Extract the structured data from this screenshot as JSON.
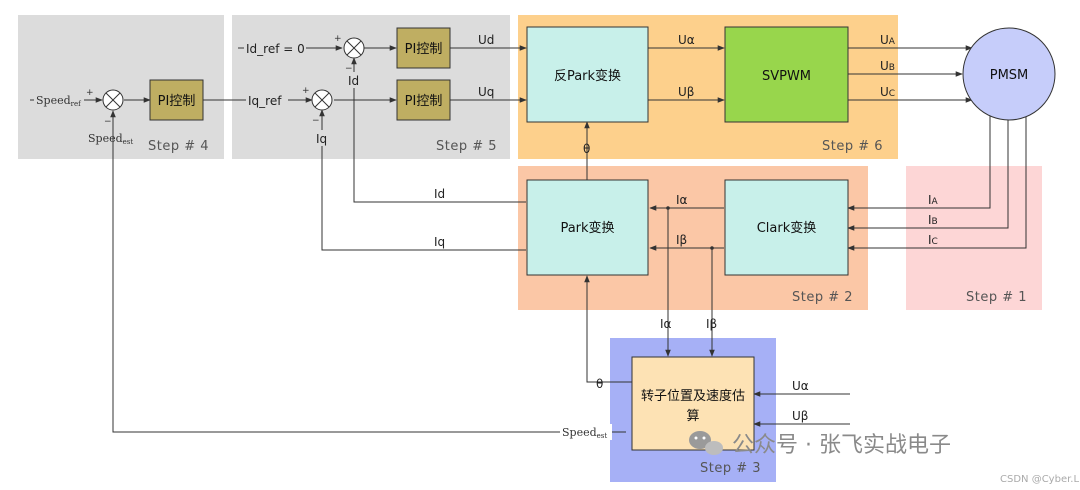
{
  "steps": {
    "s1": "Step # 1",
    "s2": "Step # 2",
    "s3": "Step # 3",
    "s4": "Step # 4",
    "s5": "Step # 5",
    "s6": "Step # 6"
  },
  "blocks": {
    "pi_speed": "PI控制",
    "pi_d": "PI控制",
    "pi_q": "PI控制",
    "inv_park": "反Park变换",
    "svpwm": "SVPWM",
    "pmsm": "PMSM",
    "park": "Park变换",
    "clark": "Clark变换",
    "estimator_line1": "转子位置及速度估",
    "estimator_line2": "算"
  },
  "signals": {
    "id_ref": "Id_ref = 0",
    "iq_ref": "Iq_ref",
    "speed_ref": "Speed",
    "speed_ref_sub": "ref",
    "speed_est": "Speed",
    "speed_est_sub": "est",
    "speed_est2": "Speed",
    "speed_est2_sub": "est",
    "ud": "Ud",
    "uq": "Uq",
    "u_alpha": "Uα",
    "u_beta": "Uβ",
    "ua": "U",
    "ua_sub": "A",
    "ub": "U",
    "ub_sub": "B",
    "uc": "U",
    "uc_sub": "C",
    "ia": "I",
    "ia_sub": "A",
    "ib": "I",
    "ib_sub": "B",
    "ic": "I",
    "ic_sub": "C",
    "i_alpha": "Iα",
    "i_beta": "Iβ",
    "i_alpha2": "Iα",
    "i_beta2": "Iβ",
    "id_fb": "Id",
    "iq_fb": "Iq",
    "id_loop": "Id",
    "iq_loop": "Iq",
    "theta": "θ",
    "theta2": "θ",
    "u_alpha_in": "Uα",
    "u_beta_in": "Uβ"
  },
  "signs": {
    "plus": "+",
    "minus": "−"
  },
  "watermark": {
    "main": "公众号 · 张飞实战电子",
    "csdn": "CSDN @Cyber.L"
  },
  "colors": {
    "gray_region": "#dcdcdc",
    "orange_region": "#fdd08c",
    "salmon_region": "#fbc7a6",
    "pink_region": "#fdd6d6",
    "blue_region": "#a6b0f6",
    "pi_block": "#bfae62",
    "cyan_block": "#c8f0ea",
    "svpwm_block": "#98d64c",
    "pmsm": "#c6cdfa",
    "estimator": "#fde2b4"
  }
}
